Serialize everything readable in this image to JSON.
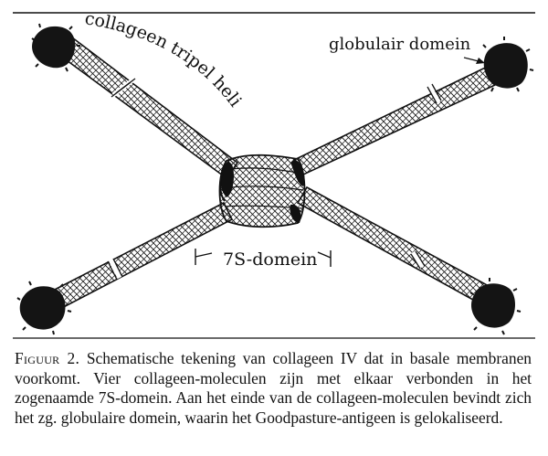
{
  "labels": {
    "helix": "collageen tripel helix",
    "globular": "globulair domein",
    "domain7s": "7S-domein"
  },
  "caption": {
    "lead": "Figuur 2.",
    "text": " Schematische tekening van collageen IV dat in basale membranen voorkomt. Vier collageen-moleculen zijn met elkaar verbonden in het zogenaamde 7S-domein. Aan het einde van de collageen-moleculen bevindt zich het zg. globulaire domein, waarin het Goodpasture-antigeen is gelokaliseerd."
  }
}
